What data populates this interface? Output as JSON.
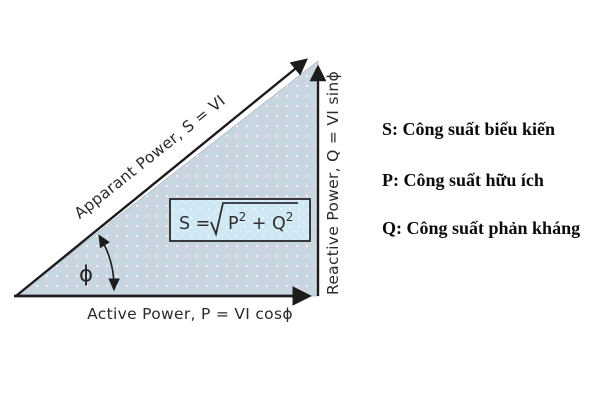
{
  "diagram": {
    "title": "power-triangle",
    "hypotenuse_label": "Apparant Power, S = VI",
    "base_label": "Active Power, P = VI cosϕ",
    "vertical_label": "Reactive Power, Q = VI sinϕ",
    "angle_symbol": "ϕ",
    "formula": {
      "lhs": "S =",
      "term1_base": "P",
      "term1_exp": "2",
      "operator": " + ",
      "term2_base": "Q",
      "term2_exp": "2"
    }
  },
  "legend": {
    "items": [
      {
        "label": "S: Công suất biểu kiến"
      },
      {
        "label": "P: Công suất hữu ích"
      },
      {
        "label": "Q: Công suất phản kháng"
      }
    ]
  },
  "colors": {
    "triangle_fill": "#cbd5e2",
    "triangle_dot_aqua": "#9ce9da",
    "triangle_dot_white": "#ffffff",
    "triangle_dot_green": "#b7e9c9",
    "line_color": "#1c1c1c",
    "formula_box_fill": "#cfe8f4",
    "formula_box_border": "#3a3a3a",
    "label_text": "#2a2a2a",
    "legend_text": "#0b0b0b",
    "background": "#ffffff"
  }
}
